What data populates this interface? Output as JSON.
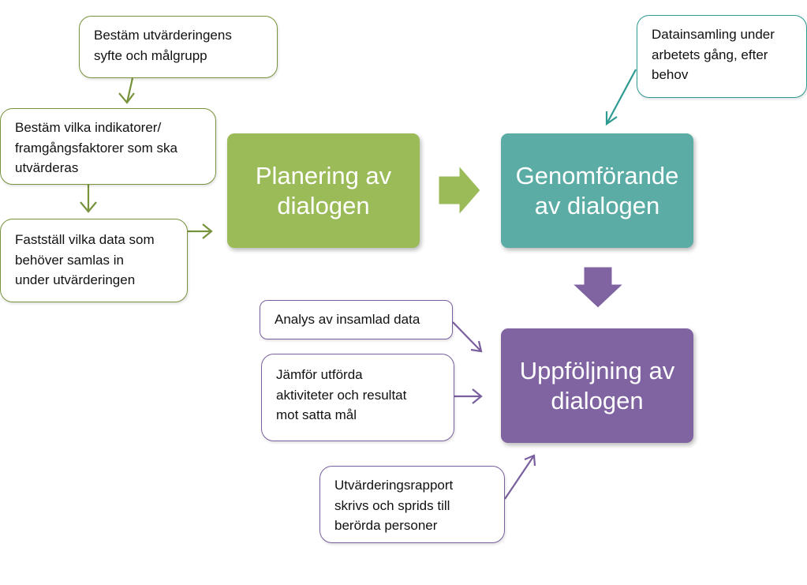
{
  "stages": {
    "planning": {
      "lines": [
        "Planering av",
        "dialogen"
      ],
      "color": "#9bbb59"
    },
    "execution": {
      "lines": [
        "Genomförande",
        "av dialogen"
      ],
      "color": "#5aaca5"
    },
    "followup": {
      "lines": [
        "Uppföljning av",
        "dialogen"
      ],
      "color": "#8064a2"
    }
  },
  "planning_notes": [
    {
      "lines": [
        "Bestäm utvärderingens",
        "syfte och målgrupp"
      ]
    },
    {
      "lines": [
        "Bestäm vilka indikatorer/",
        "framgångsfaktorer som ska",
        "utvärderas"
      ]
    },
    {
      "lines": [
        "Fastställ vilka data som",
        "behöver samlas in",
        "under utvärderingen"
      ]
    }
  ],
  "execution_notes": [
    {
      "lines": [
        "Datainsamling under",
        "arbetets gång, efter",
        "behov"
      ]
    }
  ],
  "followup_notes": [
    {
      "lines": [
        "Analys av insamlad data"
      ]
    },
    {
      "lines": [
        "Jämför utförda",
        "aktiviteter och resultat",
        "mot satta mål"
      ]
    },
    {
      "lines": [
        "Utvärderingsrapport",
        "skrivs och sprids till",
        "berörda personer"
      ]
    }
  ],
  "colors": {
    "green_line": "#77933c",
    "teal_line": "#2e9b92",
    "purple_line": "#7a5f9e",
    "block_arrow_green": "#9bbb59",
    "block_arrow_purple": "#8064a2"
  }
}
